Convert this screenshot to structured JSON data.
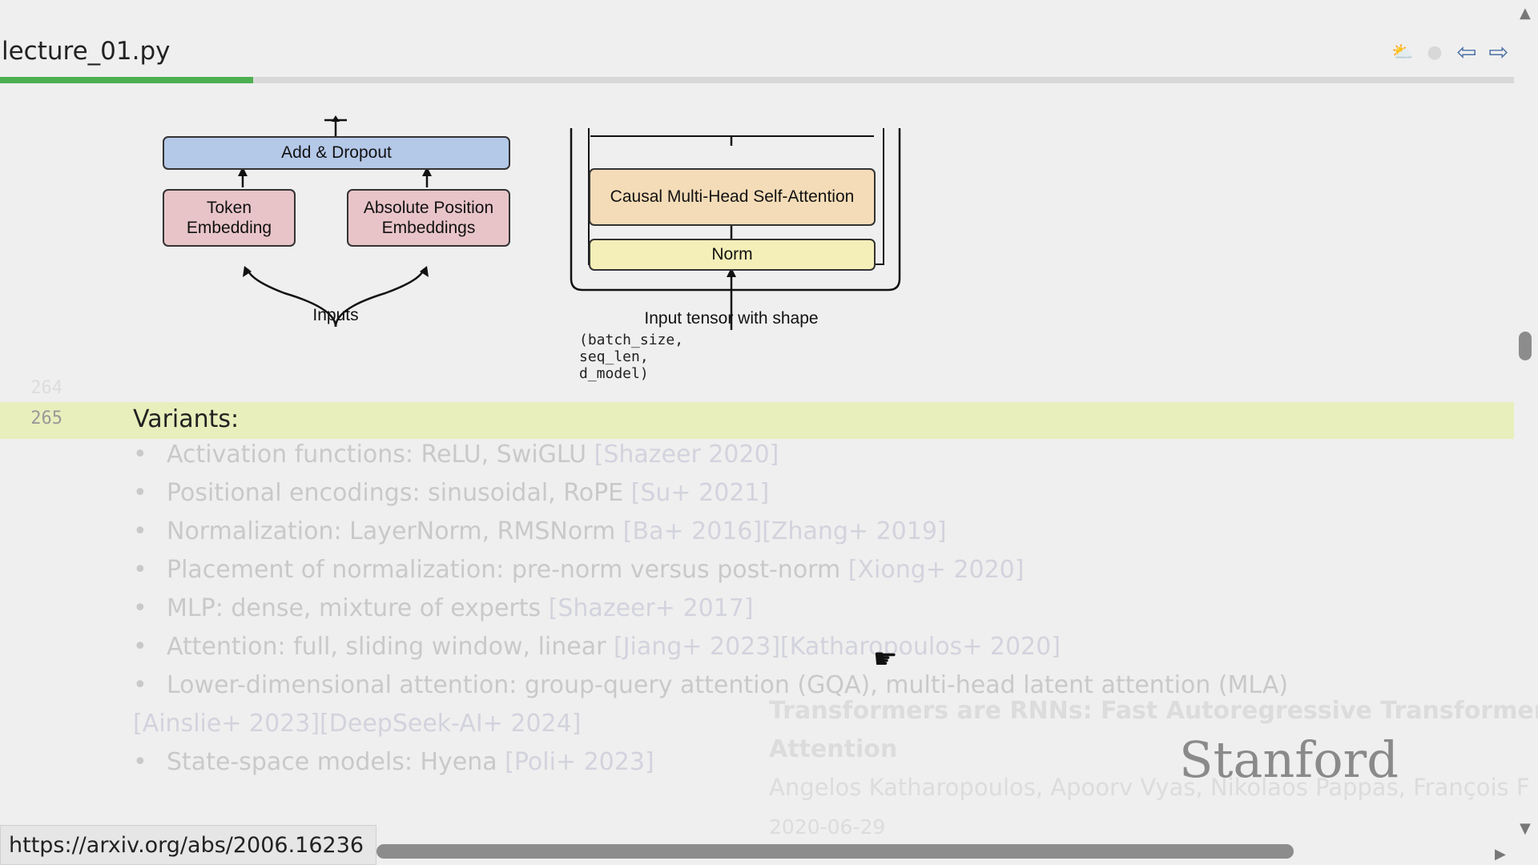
{
  "window": {
    "title": "lecture_01.py"
  },
  "toolbar": [
    {
      "icon": "sun-cloud-icon",
      "glyph": "⛅"
    },
    {
      "icon": "circle-icon",
      "glyph": "●"
    },
    {
      "icon": "arrow-left-icon",
      "glyph": "⇦"
    },
    {
      "icon": "arrow-right-icon",
      "glyph": "⇨"
    }
  ],
  "progress": {
    "fraction": 0.167
  },
  "diagram": {
    "add_dropout": "Add & Dropout",
    "token_embedding": "Token Embedding",
    "position_embeddings": "Absolute Position Embeddings",
    "inputs": "Inputs",
    "causal_attention": "Causal Multi-Head Self-Attention",
    "norm": "Norm",
    "input_tensor": "Input tensor with shape",
    "shape": "(batch_size, seq_len, d_model)"
  },
  "current_line": {
    "number": "265",
    "text": "Variants:"
  },
  "bullets": [
    {
      "text": "Activation functions: ReLU, SwiGLU ",
      "ref": "[Shazeer 2020]"
    },
    {
      "text": "Positional encodings: sinusoidal, RoPE ",
      "ref": "[Su+ 2021]"
    },
    {
      "text": "Normalization: LayerNorm, RMSNorm ",
      "ref": "[Ba+ 2016][Zhang+ 2019]"
    },
    {
      "text": "Placement of normalization: pre-norm versus post-norm ",
      "ref": "[Xiong+ 2020]"
    },
    {
      "text": "MLP: dense, mixture of experts ",
      "ref": "[Shazeer+ 2017]"
    },
    {
      "text": "Attention: full, sliding window, linear ",
      "ref": "[Jiang+ 2023][Katharopoulos+ 2020]"
    },
    {
      "text": "Lower-dimensional attention: group-query attention (GQA), multi-head latent attention (MLA)",
      "ref": ""
    },
    {
      "text": "State-space models: Hyena ",
      "ref": "[Poli+ 2023]"
    }
  ],
  "bullet_continuation": "[Ainslie+ 2023][DeepSeek-AI+ 2024]",
  "tooltip": {
    "title": "Transformers are RNNs: Fast Autoregressive Transformers wit",
    "title_line2": "Attention",
    "authors": "Angelos Katharopoulos, Apoorv Vyas, Nikolaos Pappas, François F",
    "date": "2020-06-29"
  },
  "watermark": "Stanford",
  "status_url": "https://arxiv.org/abs/2006.16236",
  "colors": {
    "highlight": "#e8efbc",
    "progress": "#4caf50",
    "embedding": "#e8c4c8",
    "add_dropout": "#b4c8e8",
    "attention": "#f4dcb8",
    "norm": "#f4efb8"
  }
}
